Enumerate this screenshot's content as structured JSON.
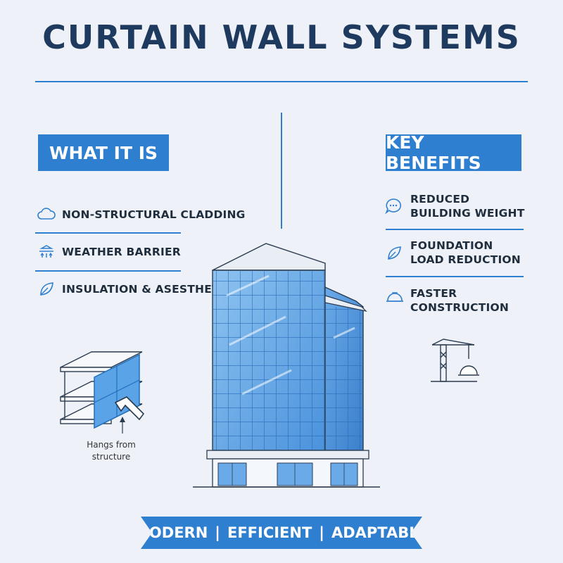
{
  "title": "CURTAIN WALL SYSTEMS",
  "left_section": {
    "heading": "WHAT IT IS",
    "items": [
      {
        "icon": "cloud-icon",
        "label": "NON-STRUCTURAL CLADDING"
      },
      {
        "icon": "weather-barrier-icon",
        "label": "WEATHER BARRIER"
      },
      {
        "icon": "leaf-icon",
        "label": "INSULATION & ASESTHETICS"
      }
    ]
  },
  "right_section": {
    "heading": "KEY BENEFITS",
    "items": [
      {
        "icon": "speech-bubble-icon",
        "line1": "REDUCED",
        "line2": "BUILDING WEIGHT"
      },
      {
        "icon": "leaf-icon",
        "line1": "FOUNDATION",
        "line2": "LOAD REDUCTION"
      },
      {
        "icon": "hard-hat-icon",
        "line1": "FASTER",
        "line2": "CONSTRUCTION"
      }
    ]
  },
  "diagram_caption": {
    "line1": "Hangs from",
    "line2": "structure"
  },
  "banner": {
    "word1": "MODERN",
    "word2": "EFFICIENT",
    "word3": "ADAPTABLE",
    "separator": "|"
  },
  "colors": {
    "accent": "#2f7fd0",
    "title": "#1f3a5f",
    "background": "#eef2f8"
  }
}
